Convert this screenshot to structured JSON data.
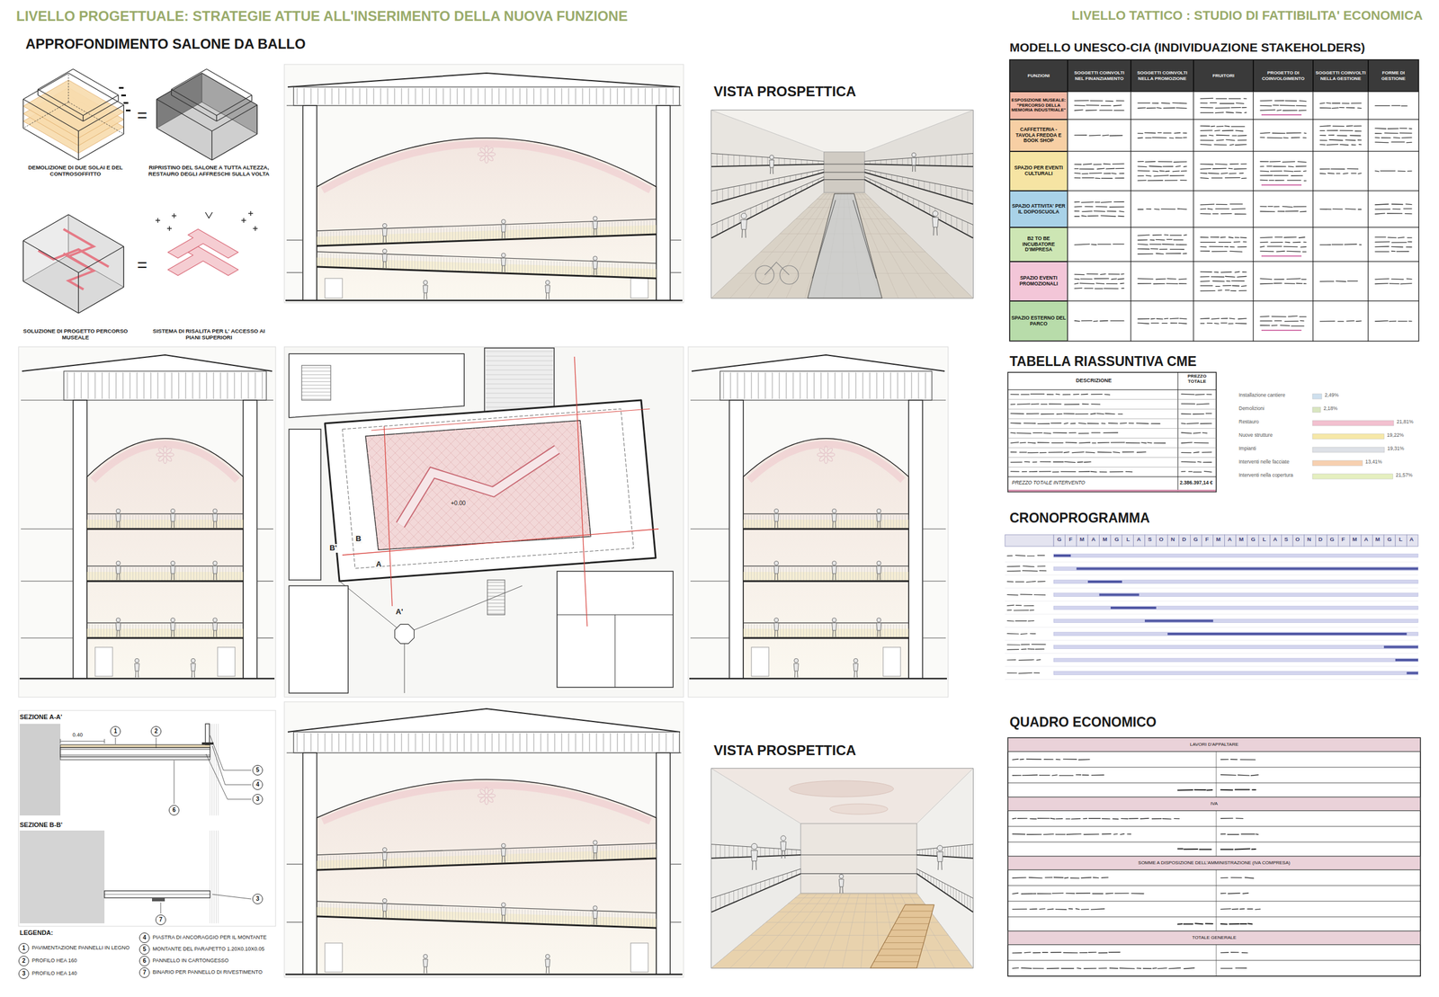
{
  "diagram": {
    "nodes": [
      {
        "text": [
          "1"
        ]
      },
      {
        "text": [
          "2"
        ]
      },
      {
        "text": [
          "5"
        ]
      },
      {
        "text": [
          "4"
        ]
      },
      {
        "text": [
          "3"
        ]
      },
      {
        "text": [
          "6"
        ]
      },
      {
        "text": [
          "3"
        ]
      },
      {
        "text": [
          "7"
        ]
      },
      {
        "text": [
          "1"
        ]
      },
      {
        "text": [
          "2"
        ]
      },
      {
        "text": [
          "3"
        ]
      },
      {
        "text": [
          "4"
        ]
      },
      {
        "text": [
          "5"
        ]
      },
      {
        "text": [
          "6"
        ]
      },
      {
        "text": [
          "7"
        ]
      },
      {
        "text": [
          "FUNZIONI"
        ]
      },
      {
        "text": [
          "SOGGETTI COINVOLTI NEL FINANZIAMENTO"
        ]
      },
      {
        "text": [
          "SOGGETTI COINVOLTI NELLA PROMOZIONE"
        ]
      },
      {
        "text": [
          "FRUITORI"
        ]
      },
      {
        "text": [
          "PROGETTO DI COINVOLGIMENTO"
        ]
      },
      {
        "text": [
          "SOGGETTI COINVOLTI NELLA GESTIONE"
        ]
      },
      {
        "text": [
          "FORME DI GESTIONE"
        ]
      },
      {
        "text": [
          "ESPOSIZIONE MUSEALE: \"PERCORSO DELLA MEMORIA INDUSTRIALE\""
        ]
      },
      {
        "text": [
          "CAFFETTERIA - TAVOLA FREDDA E BOOK SHOP"
        ]
      },
      {
        "text": [
          "SPAZIO PER EVENTI CULTURALI"
        ]
      },
      {
        "text": [
          "SPAZIO ATTIVITA' PER IL DOPOSCUOLA"
        ]
      },
      {
        "text": [
          "B2 TO BE INCUBATORE D'IMPRESA"
        ]
      },
      {
        "text": [
          "SPAZIO EVENTI PROMOZIONALI"
        ]
      },
      {
        "text": [
          "SPAZIO ESTERNO DEL PARCO"
        ]
      },
      {
        "text": [
          "LAVORI D'APPALTARE"
        ]
      },
      {
        "text": [
          "IVA"
        ]
      },
      {
        "text": [
          "SOMME A DISPOSIZIONE DELL'AMMINISTRAZIONE (IVA COMPRESA)"
        ]
      },
      {
        "text": [
          "TOTALE GENERALE"
        ]
      }
    ],
    "labels": [
      "LIVELLO PROGETTUALE: STRATEGIE ATTUE ALL'INSERIMENTO DELLA NUOVA FUNZIONE",
      "LIVELLO TATTICO : STUDIO DI FATTIBILITA' ECONOMICA",
      "APPROFONDIMENTO SALONE DA BALLO",
      "=",
      "DEMOLIZIONE DI DUE SOLAI E DEL CONTROSOFFITTO",
      "RIPRISTINO DEL SALONE A TUTTA ALTEZZA, RESTAURO DEGLI AFFRESCHI SULLA VOLTA",
      "=",
      "SOLUZIONE DI PROGETTO PERCORSO MUSEALE",
      "SISTEMA DI RISALITA PER L' ACCESSO AI PIANI SUPERIORI",
      "VISTA PROSPETTICA",
      "VISTA PROSPETTICA",
      "SEZIONE A-A'",
      "SEZIONE B-B'",
      "LEGENDA:",
      "0.40",
      "B'",
      "B",
      "A",
      "A'",
      "+0.00",
      "MODELLO UNESCO-CIA (INDIVIDUAZIONE STAKEHOLDERS)",
      "TABELLA RIASSUNTIVA CME",
      "DESCRIZIONE",
      "PREZZO TOTALE",
      "PREZZO TOTALE INTERVENTO",
      "2.386.397,14 €",
      "Installazione cantiere",
      "2,49%",
      "Demolizioni",
      "2,18%",
      "Restauro",
      "21,81%",
      "Nuove strutture",
      "19,22%",
      "Impianti",
      "19,31%",
      "Interventi nelle facciate",
      "13,41%",
      "Interventi nella copertura",
      "21,57%",
      "CRONOPROGRAMMA",
      "G F M A M G L A S O N D G F M A M G L A S O N D G F M A M G L A",
      "QUADRO ECONOMICO"
    ],
    "legend": [
      {
        "text": "PAVIMENTAZIONE PANNELLI IN LEGNO"
      },
      {
        "text": "PROFILO HEA 160"
      },
      {
        "text": "PROFILO HEA 140"
      },
      {
        "text": "PIASTRA DI ANCORAGGIO PER IL MONTANTE"
      },
      {
        "text": "MONTANTE DEL PARAPETTO 1.20X0.10X0.05"
      },
      {
        "text": "PANNELLO IN CARTONGESSO"
      },
      {
        "text": "BINARIO PER PANNELLO DI RIVESTIMENTO"
      }
    ]
  }
}
